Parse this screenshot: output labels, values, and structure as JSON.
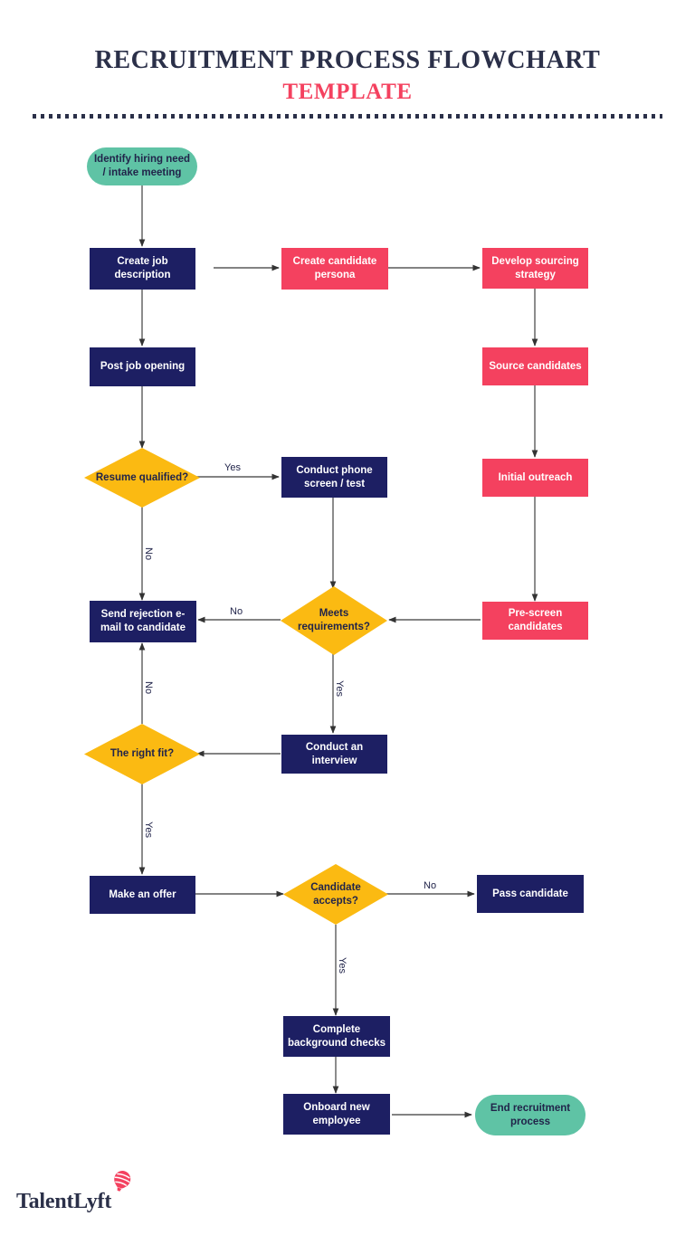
{
  "header": {
    "title_line1": "RECRUITMENT PROCESS FLOWCHART",
    "title_line2": "TEMPLATE"
  },
  "brand": {
    "logo_text": "TalentLyft",
    "logo_icon": "hot-air-balloon-icon",
    "colors": {
      "navy": "#1d1f63",
      "title_navy": "#2b3049",
      "pink": "#f4415f",
      "amber": "#fbba12",
      "teal": "#5fc3a5",
      "connector": "#5a5a5a"
    }
  },
  "chart_data": {
    "type": "diagram",
    "title": "RECRUITMENT PROCESS FLOWCHART TEMPLATE",
    "nodes": [
      {
        "id": "start",
        "label": "Identify hiring need / intake meeting",
        "shape": "pill",
        "color": "teal"
      },
      {
        "id": "jobdesc",
        "label": "Create job description",
        "shape": "rect",
        "color": "navy"
      },
      {
        "id": "persona",
        "label": "Create candidate persona",
        "shape": "rect",
        "color": "pink"
      },
      {
        "id": "sourcing",
        "label": "Develop sourcing strategy",
        "shape": "rect",
        "color": "pink"
      },
      {
        "id": "postjob",
        "label": "Post job opening",
        "shape": "rect",
        "color": "navy"
      },
      {
        "id": "sourcecand",
        "label": "Source candidates",
        "shape": "rect",
        "color": "pink"
      },
      {
        "id": "resumequal",
        "label": "Resume qualified?",
        "shape": "diamond",
        "color": "amber"
      },
      {
        "id": "phonescreen",
        "label": "Conduct phone screen / test",
        "shape": "rect",
        "color": "navy"
      },
      {
        "id": "outreach",
        "label": "Initial outreach",
        "shape": "rect",
        "color": "pink"
      },
      {
        "id": "rejection",
        "label": "Send rejection e-mail to candidate",
        "shape": "rect",
        "color": "navy"
      },
      {
        "id": "meetsreq",
        "label": "Meets requirements?",
        "shape": "diamond",
        "color": "amber"
      },
      {
        "id": "prescreen",
        "label": "Pre-screen candidates",
        "shape": "rect",
        "color": "pink"
      },
      {
        "id": "rightfit",
        "label": "The right fit?",
        "shape": "diamond",
        "color": "amber"
      },
      {
        "id": "interview",
        "label": "Conduct an interview",
        "shape": "rect",
        "color": "navy"
      },
      {
        "id": "makeoffer",
        "label": "Make an offer",
        "shape": "rect",
        "color": "navy"
      },
      {
        "id": "accepts",
        "label": "Candidate accepts?",
        "shape": "diamond",
        "color": "amber"
      },
      {
        "id": "passcand",
        "label": "Pass candidate",
        "shape": "rect",
        "color": "navy"
      },
      {
        "id": "bgchecks",
        "label": "Complete background checks",
        "shape": "rect",
        "color": "navy"
      },
      {
        "id": "onboard",
        "label": "Onboard new employee",
        "shape": "rect",
        "color": "navy"
      },
      {
        "id": "end",
        "label": "End recruitment process",
        "shape": "pill",
        "color": "teal"
      }
    ],
    "edges": [
      {
        "from": "start",
        "to": "jobdesc",
        "label": ""
      },
      {
        "from": "jobdesc",
        "to": "persona",
        "label": ""
      },
      {
        "from": "persona",
        "to": "sourcing",
        "label": ""
      },
      {
        "from": "jobdesc",
        "to": "postjob",
        "label": ""
      },
      {
        "from": "sourcing",
        "to": "sourcecand",
        "label": ""
      },
      {
        "from": "postjob",
        "to": "resumequal",
        "label": ""
      },
      {
        "from": "resumequal",
        "to": "phonescreen",
        "label": "Yes"
      },
      {
        "from": "resumequal",
        "to": "rejection",
        "label": "No"
      },
      {
        "from": "sourcecand",
        "to": "outreach",
        "label": ""
      },
      {
        "from": "phonescreen",
        "to": "meetsreq",
        "label": ""
      },
      {
        "from": "outreach",
        "to": "prescreen",
        "label": ""
      },
      {
        "from": "prescreen",
        "to": "meetsreq",
        "label": ""
      },
      {
        "from": "meetsreq",
        "to": "rejection",
        "label": "No"
      },
      {
        "from": "meetsreq",
        "to": "interview",
        "label": "Yes"
      },
      {
        "from": "interview",
        "to": "rightfit",
        "label": ""
      },
      {
        "from": "rightfit",
        "to": "rejection",
        "label": "No"
      },
      {
        "from": "rightfit",
        "to": "makeoffer",
        "label": "Yes"
      },
      {
        "from": "makeoffer",
        "to": "accepts",
        "label": ""
      },
      {
        "from": "accepts",
        "to": "passcand",
        "label": "No"
      },
      {
        "from": "accepts",
        "to": "bgchecks",
        "label": "Yes"
      },
      {
        "from": "bgchecks",
        "to": "onboard",
        "label": ""
      },
      {
        "from": "onboard",
        "to": "end",
        "label": ""
      }
    ],
    "edge_labels": {
      "resume_yes": "Yes",
      "resume_no": "No",
      "meets_no": "No",
      "meets_yes": "Yes",
      "fit_no": "No",
      "fit_yes": "Yes",
      "accepts_no": "No",
      "accepts_yes": "Yes"
    }
  }
}
